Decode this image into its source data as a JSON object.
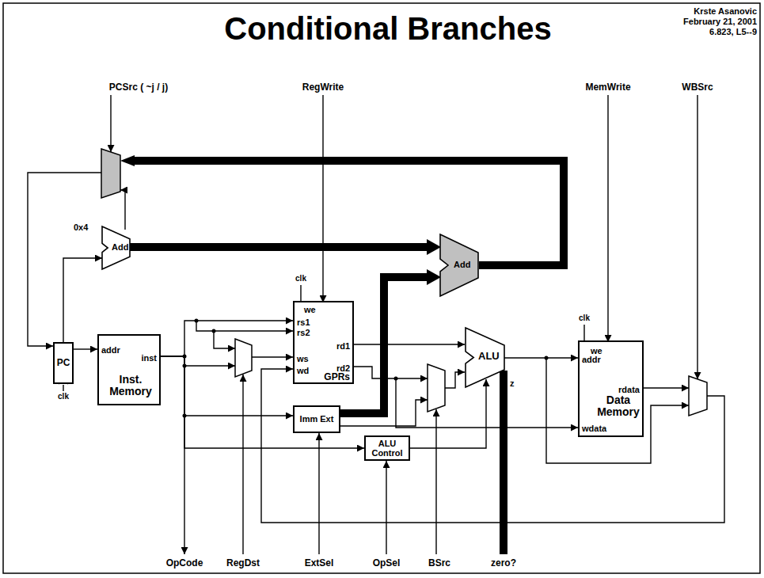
{
  "diagram": {
    "title": "Conditional Branches",
    "nodes": [
      {
        "text": [
          "PC"
        ]
      },
      {
        "text": [
          "Add"
        ]
      },
      {
        "text": [
          "addr",
          "inst",
          "Inst. Memory"
        ]
      },
      {
        "text": [
          "we",
          "rs1",
          "rs2",
          "ws",
          "wd",
          "rd1",
          "rd2",
          "GPRs"
        ]
      },
      {
        "text": [
          "Imm Ext"
        ]
      },
      {
        "text": [
          "ALU Control"
        ]
      },
      {
        "text": [
          "Add"
        ]
      },
      {
        "text": [
          "ALU"
        ]
      },
      {
        "text": [
          "we",
          "addr",
          "rdata",
          "wdata",
          "Data Memory"
        ]
      }
    ],
    "edges": [
      {
        "from": 0,
        "to": 2,
        "arrow": "to"
      },
      {
        "from": 0,
        "to": 1,
        "arrow": "to"
      },
      {
        "from": 2,
        "to": 3,
        "arrow": "to"
      },
      {
        "from": 2,
        "to": 4,
        "arrow": "to"
      },
      {
        "from": 2,
        "to": 5,
        "arrow": "to"
      },
      {
        "from": 1,
        "to": 6,
        "arrow": "to"
      },
      {
        "from": 4,
        "to": 6,
        "arrow": "to"
      },
      {
        "from": 3,
        "to": 7,
        "arrow": "to"
      },
      {
        "from": 5,
        "to": 7,
        "arrow": "to"
      },
      {
        "from": 7,
        "to": 8,
        "arrow": "to"
      },
      {
        "from": 3,
        "to": 8,
        "arrow": "to"
      }
    ],
    "labels": [
      "Krste Asanovic",
      "February 21, 2001",
      "6.823, L5--9",
      "PCSrc ( ~j / j)",
      "RegWrite",
      "MemWrite",
      "WBSrc",
      "0x4",
      "clk",
      "clk",
      "clk",
      "z",
      "OpCode",
      "RegDst",
      "ExtSel",
      "OpSel",
      "BSrc",
      "zero?"
    ]
  }
}
